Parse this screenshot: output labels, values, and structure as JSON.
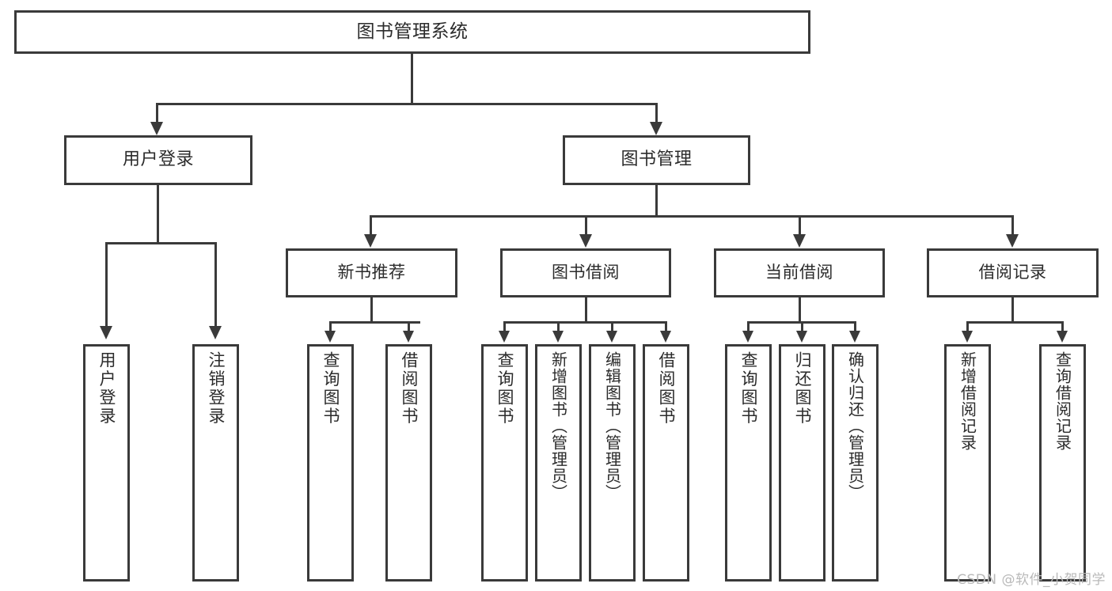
{
  "diagram": {
    "title": "图书管理系统",
    "type": "tree",
    "watermark": "CSDN @软件_小贺同学",
    "root": {
      "label": "图书管理系统"
    },
    "level2": [
      {
        "id": "user-login",
        "label": "用户登录"
      },
      {
        "id": "book-management",
        "label": "图书管理"
      }
    ],
    "level3": [
      {
        "id": "new-book-recommend",
        "label": "新书推荐",
        "parent": "book-management"
      },
      {
        "id": "book-borrow",
        "label": "图书借阅",
        "parent": "book-management"
      },
      {
        "id": "current-borrow",
        "label": "当前借阅",
        "parent": "book-management"
      },
      {
        "id": "borrow-record",
        "label": "借阅记录",
        "parent": "book-management"
      }
    ],
    "leaves": {
      "user_login": [
        {
          "id": "leaf-user-login",
          "label": "用户登录"
        },
        {
          "id": "leaf-user-logout",
          "label": "注销登录"
        }
      ],
      "new_book_recommend": [
        {
          "id": "leaf-query-book-1",
          "label": "查询图书"
        },
        {
          "id": "leaf-borrow-book-1",
          "label": "借阅图书"
        }
      ],
      "book_borrow": [
        {
          "id": "leaf-query-book-2",
          "label": "查询图书"
        },
        {
          "id": "leaf-add-book",
          "label": "新增图书（管理员）"
        },
        {
          "id": "leaf-edit-book",
          "label": "编辑图书（管理员）"
        },
        {
          "id": "leaf-borrow-book-2",
          "label": "借阅图书"
        }
      ],
      "current_borrow": [
        {
          "id": "leaf-query-book-3",
          "label": "查询图书"
        },
        {
          "id": "leaf-return-book",
          "label": "归还图书"
        },
        {
          "id": "leaf-confirm-return",
          "label": "确认归还（管理员）"
        }
      ],
      "borrow_record": [
        {
          "id": "leaf-add-record",
          "label": "新增借阅记录"
        },
        {
          "id": "leaf-query-record",
          "label": "查询借阅记录"
        }
      ]
    },
    "colors": {
      "stroke": "#3a3a3a",
      "text": "#2b2b2b",
      "background": "#ffffff",
      "watermark": "#b9b9b9"
    }
  }
}
